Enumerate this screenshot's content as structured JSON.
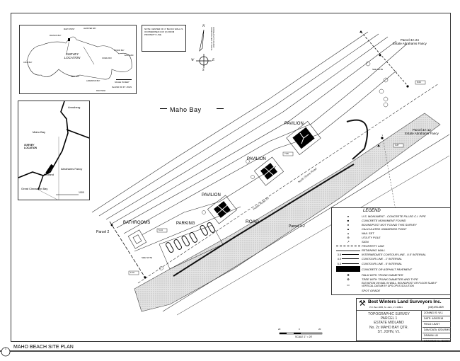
{
  "drawing": {
    "title": "MAHO BEACH SITE PLAN",
    "scale_label": "SCALE 1\" = 20'",
    "scale_ticks": [
      "20",
      "0",
      "20"
    ],
    "sheet_symbol": "1",
    "labels": {
      "bay": "Maho Bay",
      "pavilion_1": "PAVILION",
      "pavilion_2": "PAVILION",
      "pavilion_3": "PAVILION",
      "bathrooms": "BATHROOMS",
      "parking": "PARKING",
      "road": "ROAD",
      "road_name": "North Shore Road",
      "public_road": "Public Road 20",
      "parcel_2": "Parcel 2",
      "parcel_3_2": "Parcel 3-2",
      "parcel_3a24": "Parcel 3A-24",
      "parcel_3a24_estate": "Estate Abrahams Fancy",
      "parcel_3a12": "Parcel 3A-12",
      "parcel_3a12_estate": "Estate Abrahams Fancy",
      "see_note_1": "SEE NOTE",
      "see_note_2": "SEE NOTE",
      "elev_1": "6.79",
      "elev_2": "5.24",
      "elev_3": "7.86",
      "elev_4": "8.06",
      "elev_5": "6.87"
    }
  },
  "note": {
    "text": "NOTE: CENTER OF 4\" BLOCK WALL IS ON PREMISES 0.02' (±) FROM PROPERTY LINE."
  },
  "north_arrow": {
    "n": "N",
    "s": "S",
    "e": "E",
    "w": "W",
    "text": "CORRELATED TO AS-BUILT HORIZONTAL MAP OF PARCEL"
  },
  "inset_island": {
    "survey_location": "SURVEY LOCATION",
    "scale_label": "SCALE IN FEET",
    "island_label": "ISLAND OF ST. JOHN",
    "bays": [
      "MARY POINT",
      "FRANCIS BAY",
      "LEINSTER BAY",
      "CORAL BAY",
      "ROUND BAY",
      "EAST END",
      "RAM HEAD",
      "LAMESHUR BAY",
      "REEF BAY",
      "CRUZ BAY"
    ]
  },
  "inset_vicinity": {
    "annaberg": "Annaberg",
    "maho_bay": "Maho Bay",
    "survey_location": "SURVEY LOCATION",
    "abrahams_fancy": "Abrahams Fancy",
    "midland": "Midland",
    "great_cinnamon_bay": "Great Cinnamon Bay",
    "scale_end": "1000"
  },
  "legend": {
    "title": "LEGEND",
    "items": [
      "U.S. MONUMENT - CONCRETE FILLED C.I. PIPE",
      "CONCRETE MONUMENT FOUND",
      "BOUNDPOST NOT FOUND THIS SURVEY",
      "CALCULATED UNMARKED POINT",
      "NAIL SET",
      "UTILITY POLE",
      "SIGN",
      "PROPERTY LINE",
      "RETAINING WALL",
      "INTERMEDIATE CONTOUR LINE - 0.5' INTERVAL",
      "CONTOUR LINE - 1' INTERVAL",
      "CONTOUR LINE - 5' INTERVAL",
      "CONCRETE OR ASPHALT PAVEMENT",
      "PALM WITH TRUNK DIAMETER",
      "TREE WITH TRUNK DIAMETER AND TYPE",
      "ELEVATION ON NAIL IN WALL, BOUNDPOST OR FLOOR SLAB IF VERTICAL DATUM BY GPS OPUS SOLUTION",
      "SPOT GRADE"
    ],
    "contour_values": [
      "3.5",
      "4.0",
      "5.0"
    ]
  },
  "title_block": {
    "company": "Best Winters Land Surveyors Inc.",
    "address": "P.O. Box 1835, St. John, V.I. 00831",
    "phone": "(340) 693-4329",
    "title_lines": [
      "TOPOGRAPHIC SURVEY",
      "PARCEL 1",
      "ESTATE MIDLAND",
      "No. 2c MAHO BAY QTR.",
      "ST. JOHN, V.I."
    ],
    "fields": [
      "ZONING IS: W-1",
      "DATE: 4/30/2018",
      "FIELD: LB/DT",
      "DAM DATA: 82DLRMS",
      "DRAWN: LB",
      "DRAWING No. B2/207"
    ]
  },
  "colors": {
    "line": "#222222",
    "paving": "#d8d8d8",
    "fill": "#000000"
  }
}
